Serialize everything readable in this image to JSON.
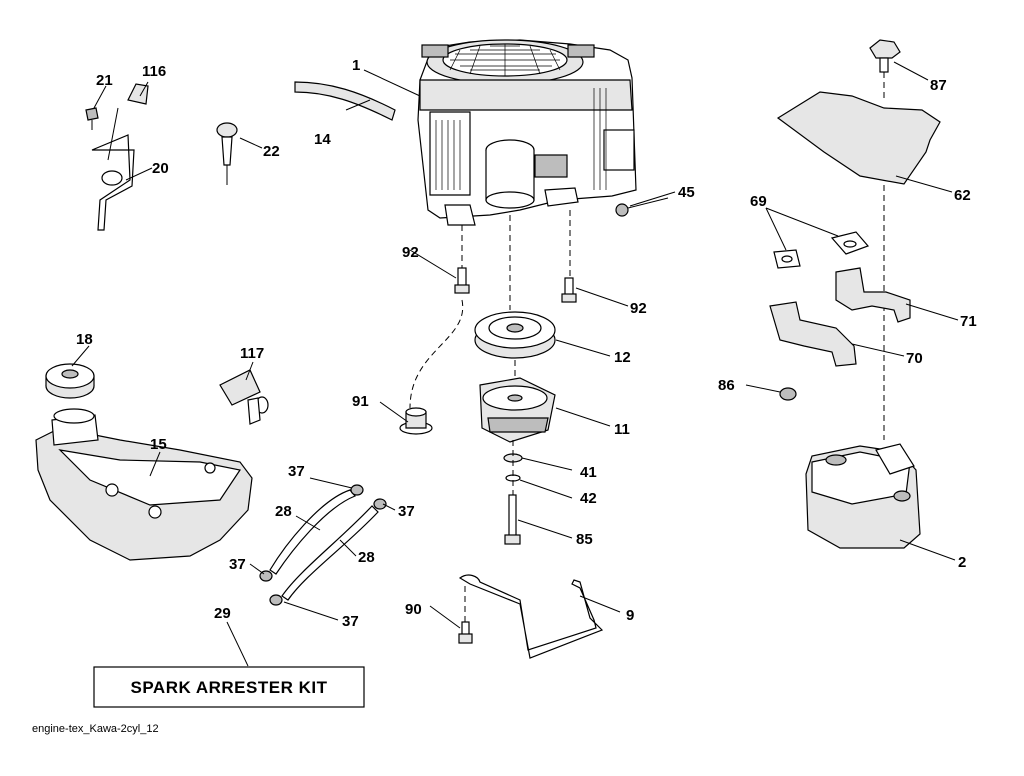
{
  "diagram": {
    "caption": "engine-tex_Kawa-2cyl_12",
    "kit_box_label": "SPARK ARRESTER KIT",
    "callouts": {
      "c1": "1",
      "c2": "2",
      "c9": "9",
      "c11": "11",
      "c12": "12",
      "c14": "14",
      "c15": "15",
      "c18": "18",
      "c20": "20",
      "c21": "21",
      "c22": "22",
      "c28a": "28",
      "c28b": "28",
      "c29": "29",
      "c37a": "37",
      "c37b": "37",
      "c37c": "37",
      "c37d": "37",
      "c41": "41",
      "c42": "42",
      "c45": "45",
      "c62": "62",
      "c69": "69",
      "c70": "70",
      "c71": "71",
      "c85": "85",
      "c86": "86",
      "c87": "87",
      "c90": "90",
      "c91": "91",
      "c92a": "92",
      "c92b": "92",
      "c116": "116",
      "c117": "117"
    }
  }
}
